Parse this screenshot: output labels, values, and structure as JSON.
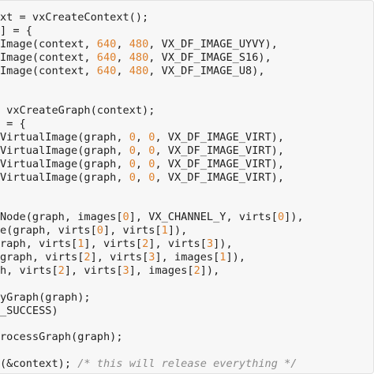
{
  "code_view": {
    "lines": [
      [
        {
          "t": "xt = vxCreateContext();",
          "k": "text"
        }
      ],
      [
        {
          "t": "] = {",
          "k": "text"
        }
      ],
      [
        {
          "t": "Image(context, ",
          "k": "text"
        },
        {
          "t": "640",
          "k": "num"
        },
        {
          "t": ", ",
          "k": "text"
        },
        {
          "t": "480",
          "k": "num"
        },
        {
          "t": ", VX_DF_IMAGE_UYVY),",
          "k": "text"
        }
      ],
      [
        {
          "t": "Image(context, ",
          "k": "text"
        },
        {
          "t": "640",
          "k": "num"
        },
        {
          "t": ", ",
          "k": "text"
        },
        {
          "t": "480",
          "k": "num"
        },
        {
          "t": ", VX_DF_IMAGE_S16),",
          "k": "text"
        }
      ],
      [
        {
          "t": "Image(context, ",
          "k": "text"
        },
        {
          "t": "640",
          "k": "num"
        },
        {
          "t": ", ",
          "k": "text"
        },
        {
          "t": "480",
          "k": "num"
        },
        {
          "t": ", VX_DF_IMAGE_U8),",
          "k": "text"
        }
      ],
      [],
      [],
      [
        {
          "t": " vxCreateGraph(context);",
          "k": "text"
        }
      ],
      [
        {
          "t": " = {",
          "k": "text"
        }
      ],
      [
        {
          "t": "VirtualImage(graph, ",
          "k": "text"
        },
        {
          "t": "0",
          "k": "num"
        },
        {
          "t": ", ",
          "k": "text"
        },
        {
          "t": "0",
          "k": "num"
        },
        {
          "t": ", VX_DF_IMAGE_VIRT),",
          "k": "text"
        }
      ],
      [
        {
          "t": "VirtualImage(graph, ",
          "k": "text"
        },
        {
          "t": "0",
          "k": "num"
        },
        {
          "t": ", ",
          "k": "text"
        },
        {
          "t": "0",
          "k": "num"
        },
        {
          "t": ", VX_DF_IMAGE_VIRT),",
          "k": "text"
        }
      ],
      [
        {
          "t": "VirtualImage(graph, ",
          "k": "text"
        },
        {
          "t": "0",
          "k": "num"
        },
        {
          "t": ", ",
          "k": "text"
        },
        {
          "t": "0",
          "k": "num"
        },
        {
          "t": ", VX_DF_IMAGE_VIRT),",
          "k": "text"
        }
      ],
      [
        {
          "t": "VirtualImage(graph, ",
          "k": "text"
        },
        {
          "t": "0",
          "k": "num"
        },
        {
          "t": ", ",
          "k": "text"
        },
        {
          "t": "0",
          "k": "num"
        },
        {
          "t": ", VX_DF_IMAGE_VIRT),",
          "k": "text"
        }
      ],
      [],
      [],
      [
        {
          "t": "Node(graph, images[",
          "k": "text"
        },
        {
          "t": "0",
          "k": "num"
        },
        {
          "t": "], VX_CHANNEL_Y, virts[",
          "k": "text"
        },
        {
          "t": "0",
          "k": "num"
        },
        {
          "t": "]),",
          "k": "text"
        }
      ],
      [
        {
          "t": "e(graph, virts[",
          "k": "text"
        },
        {
          "t": "0",
          "k": "num"
        },
        {
          "t": "], virts[",
          "k": "text"
        },
        {
          "t": "1",
          "k": "num"
        },
        {
          "t": "]),",
          "k": "text"
        }
      ],
      [
        {
          "t": "raph, virts[",
          "k": "text"
        },
        {
          "t": "1",
          "k": "num"
        },
        {
          "t": "], virts[",
          "k": "text"
        },
        {
          "t": "2",
          "k": "num"
        },
        {
          "t": "], virts[",
          "k": "text"
        },
        {
          "t": "3",
          "k": "num"
        },
        {
          "t": "]),",
          "k": "text"
        }
      ],
      [
        {
          "t": "graph, virts[",
          "k": "text"
        },
        {
          "t": "2",
          "k": "num"
        },
        {
          "t": "], virts[",
          "k": "text"
        },
        {
          "t": "3",
          "k": "num"
        },
        {
          "t": "], images[",
          "k": "text"
        },
        {
          "t": "1",
          "k": "num"
        },
        {
          "t": "]),",
          "k": "text"
        }
      ],
      [
        {
          "t": "h, virts[",
          "k": "text"
        },
        {
          "t": "2",
          "k": "num"
        },
        {
          "t": "], virts[",
          "k": "text"
        },
        {
          "t": "3",
          "k": "num"
        },
        {
          "t": "], images[",
          "k": "text"
        },
        {
          "t": "2",
          "k": "num"
        },
        {
          "t": "]),",
          "k": "text"
        }
      ],
      [],
      [
        {
          "t": "yGraph(graph);",
          "k": "text"
        }
      ],
      [
        {
          "t": "_SUCCESS)",
          "k": "text"
        }
      ],
      [],
      [
        {
          "t": "rocessGraph(graph);",
          "k": "text"
        }
      ],
      [],
      [
        {
          "t": "(&context); ",
          "k": "text"
        },
        {
          "t": "/* this will release everything */",
          "k": "comment"
        }
      ]
    ]
  }
}
